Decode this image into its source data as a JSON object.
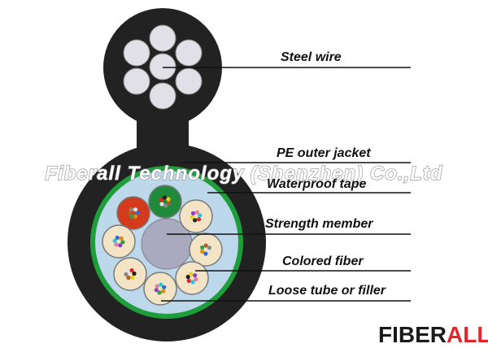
{
  "labels": {
    "steel_wire": "Steel wire",
    "pe_outer_jacket": "PE outer jacket",
    "waterproof_tape": "Waterproof tape",
    "strength_member": "Strength member",
    "colored_fiber": "Colored fiber",
    "loose_tube": "Loose tube or filler"
  },
  "watermark": "Fiberall Technology (Shenzhen) Co.,Ltd",
  "logo": {
    "part1": "FIBER",
    "part2": "ALL"
  },
  "colors": {
    "jacket": "#222222",
    "green_ring": "#1e9e3a",
    "tape": "#bcd8ea",
    "strength_member": "#a9a9c0",
    "wire": "#e0e0e6",
    "tube_filler": "#f3e4c6",
    "tube_red": "#d43b1c",
    "tube_green": "#1f8a3a",
    "logo_red": "#e3242b"
  }
}
